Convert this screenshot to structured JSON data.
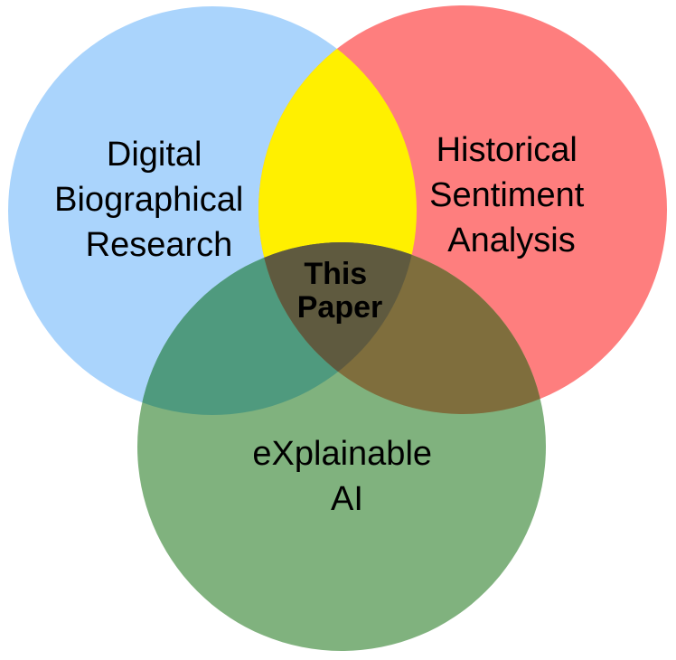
{
  "circles": {
    "digital_biographical_research": {
      "lines": [
        "Digital",
        "Biographical",
        "Research"
      ],
      "color": "#aad4fc"
    },
    "historical_sentiment_analysis": {
      "lines": [
        "Historical",
        "Sentiment",
        "Analysis"
      ],
      "color": "#fe7e7e"
    },
    "explainable_ai": {
      "lines": [
        "eXplainable",
        "AI"
      ],
      "color": "#80b27e"
    }
  },
  "overlaps": {
    "blue_red": "#fff000",
    "blue_green": "#4f9a7e",
    "red_green": "#7f6e3d",
    "all_three": "#5f5a3f"
  },
  "center_label": {
    "lines": [
      "This",
      "Paper"
    ]
  }
}
